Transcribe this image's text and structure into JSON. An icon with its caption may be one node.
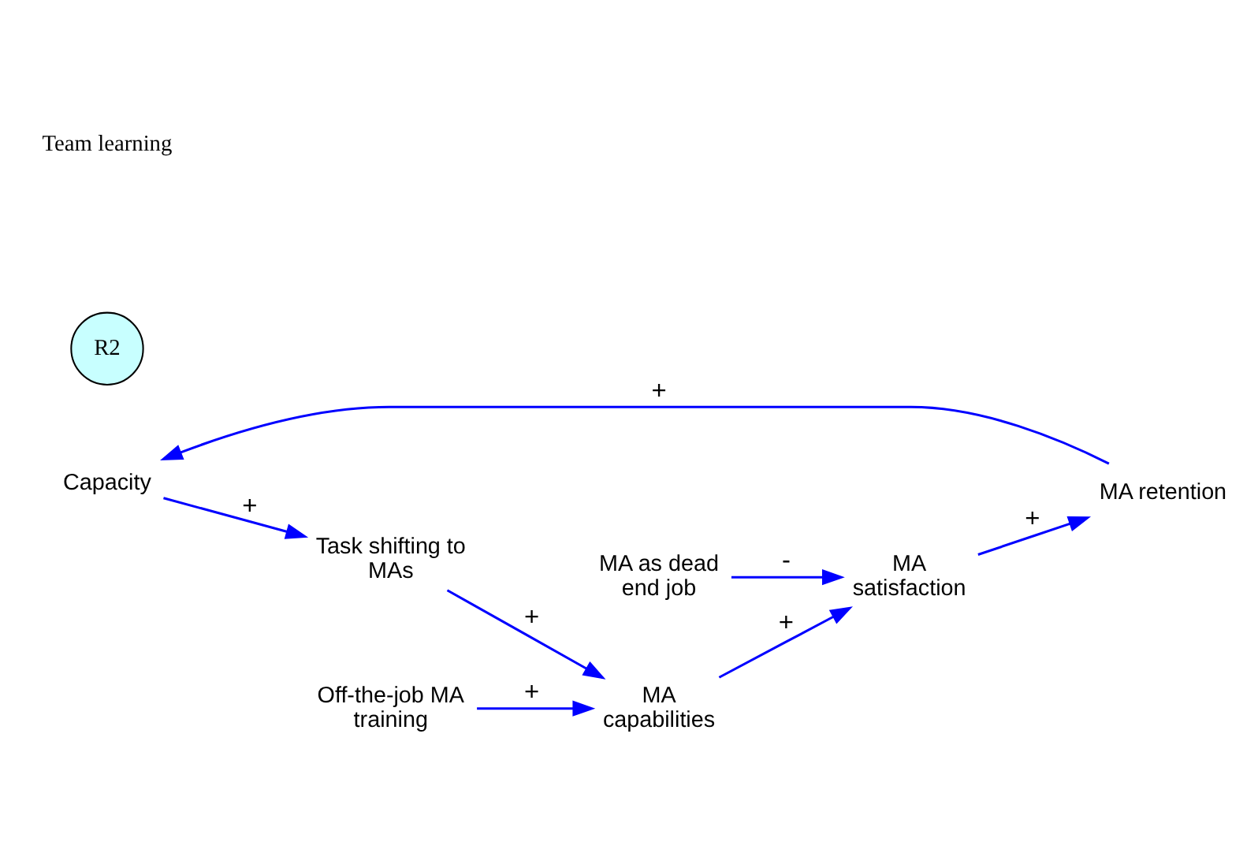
{
  "diagram": {
    "nodes": [
      {
        "text": [
          "Capacity"
        ]
      },
      {
        "text": [
          "MA retention"
        ]
      },
      {
        "text": [
          "MA satisfaction"
        ]
      },
      {
        "text": [
          "MA as dead end job"
        ]
      },
      {
        "text": [
          "MA capabilities"
        ]
      },
      {
        "text": [
          "Task shifting to MAs"
        ]
      },
      {
        "text": [
          "Off-the-job MA training"
        ]
      },
      {
        "text": [
          "R2"
        ]
      }
    ],
    "edges": [
      {
        "from": 1,
        "to": 0,
        "arrow": "to",
        "label": "+"
      },
      {
        "from": 0,
        "to": 5,
        "arrow": "to",
        "label": "+"
      },
      {
        "from": 5,
        "to": 4,
        "arrow": "to",
        "label": "+"
      },
      {
        "from": 4,
        "to": 2,
        "arrow": "to",
        "label": "+"
      },
      {
        "from": 2,
        "to": 1,
        "arrow": "to",
        "label": "+"
      },
      {
        "from": 3,
        "to": 2,
        "arrow": "to",
        "label": "-"
      },
      {
        "from": 6,
        "to": 4,
        "arrow": "to",
        "label": "+"
      }
    ],
    "labels": [
      "Team learning"
    ]
  }
}
